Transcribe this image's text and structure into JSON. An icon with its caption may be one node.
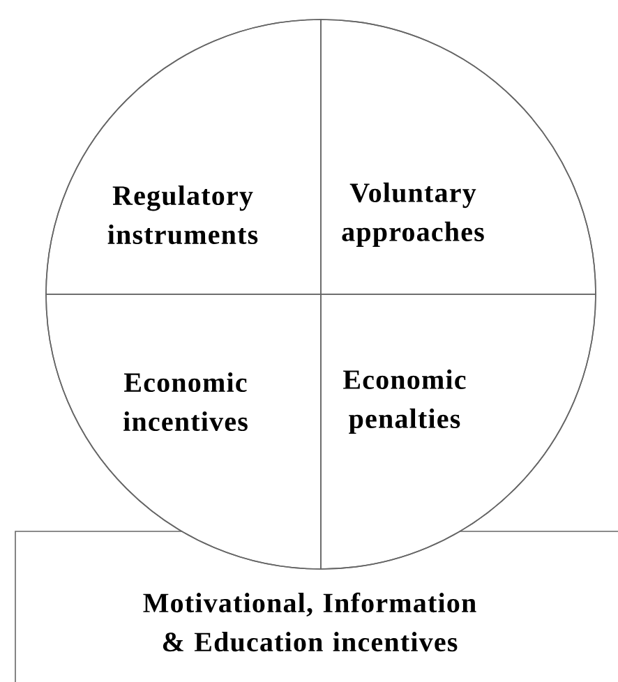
{
  "diagram": {
    "nodes": [
      {
        "text": [],
        "shape": "circle"
      },
      {
        "text": [
          "Regulatory instruments"
        ],
        "in": 0
      },
      {
        "text": [
          "Voluntary approaches"
        ],
        "in": 0
      },
      {
        "text": [
          "Economic incentives"
        ],
        "in": 0
      },
      {
        "text": [
          "Economic penalties"
        ],
        "in": 0
      },
      {
        "text": [
          "Motivational, Information & Education incentives"
        ]
      }
    ]
  }
}
